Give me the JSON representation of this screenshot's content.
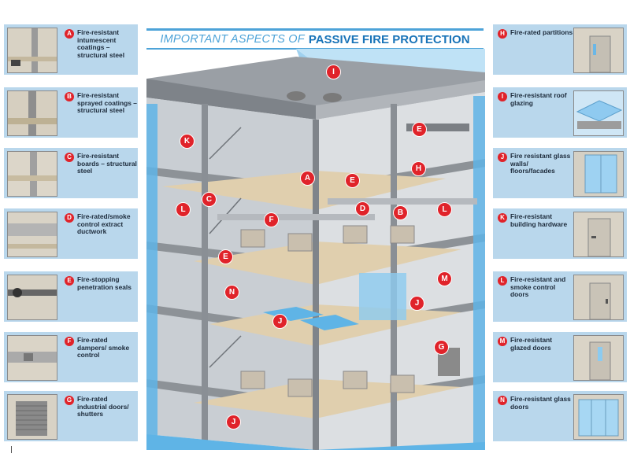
{
  "header": {
    "title_light": "IMPORTANT ASPECTS OF",
    "title_bold": "PASSIVE FIRE PROTECTION"
  },
  "legend_left": [
    {
      "letter": "A",
      "text": "Fire-resistant intumescent coatings – structural steel"
    },
    {
      "letter": "B",
      "text": "Fire-resistant sprayed coatings – structural steel"
    },
    {
      "letter": "C",
      "text": "Fire-resistant boards – structural steel"
    },
    {
      "letter": "D",
      "text": "Fire-rated/smoke control extract ductwork"
    },
    {
      "letter": "E",
      "text": "Fire-stopping penetration seals"
    },
    {
      "letter": "F",
      "text": "Fire-rated dampers/ smoke control"
    },
    {
      "letter": "G",
      "text": "Fire-rated industrial doors/ shutters"
    }
  ],
  "legend_right": [
    {
      "letter": "H",
      "text": "Fire-rated partitions"
    },
    {
      "letter": "I",
      "text": "Fire-resistant roof glazing"
    },
    {
      "letter": "J",
      "text": "Fire resistant glass walls/ floors/facades"
    },
    {
      "letter": "K",
      "text": "Fire-resistant building hardware"
    },
    {
      "letter": "L",
      "text": "Fire-resistant and smoke control doors"
    },
    {
      "letter": "M",
      "text": "Fire-resistant glazed doors"
    },
    {
      "letter": "N",
      "text": "Fire-resistant glass doors"
    }
  ],
  "diagram_markers": [
    "I",
    "K",
    "E",
    "A",
    "H",
    "E",
    "C",
    "L",
    "D",
    "B",
    "L",
    "F",
    "E",
    "M",
    "N",
    "J",
    "J",
    "G",
    "J"
  ],
  "colors": {
    "marker": "#e0232a",
    "card_bg": "#b9d7ec",
    "title_blue": "#1a74b8",
    "title_light_blue": "#4da3d8",
    "glass": "#5fb4e6"
  }
}
